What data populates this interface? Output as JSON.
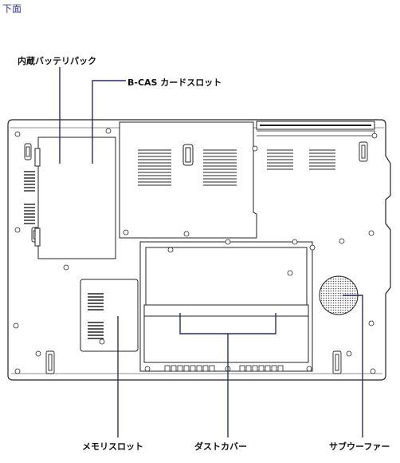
{
  "page": {
    "heading": "下面"
  },
  "labels": {
    "battery": "内蔵バッテリパック",
    "bcas": "B-CAS カードスロット",
    "memory": "メモリスロット",
    "dust": "ダストカバー",
    "woofer": "サブウーファー"
  },
  "colors": {
    "leader": "#2a2a6a",
    "outline": "#222222"
  }
}
